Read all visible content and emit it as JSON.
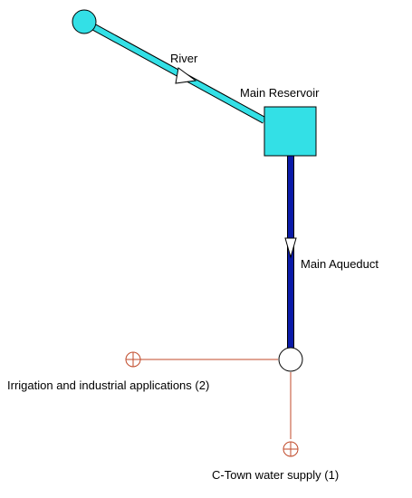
{
  "diagram": {
    "labels": {
      "river": "River",
      "main_reservoir": "Main Reservoir",
      "main_aqueduct": "Main Aqueduct",
      "irrigation": "Irrigation and industrial applications (2)",
      "ctown": "C-Town water supply (1)"
    },
    "colors": {
      "river_fill": "#33e0e6",
      "node_stroke": "#000000",
      "aqueduct": "#0a1aa8",
      "demand_link": "#c04a2a",
      "junction_fill": "#ffffff"
    }
  }
}
